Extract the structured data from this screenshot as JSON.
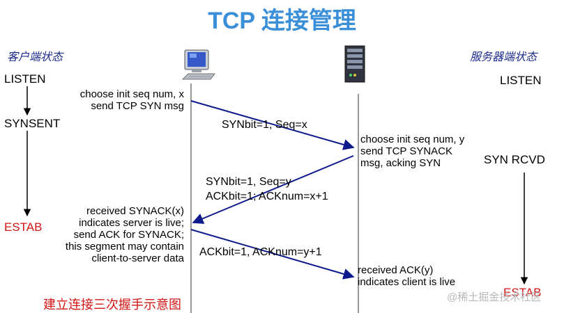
{
  "title": "TCP 连接管理",
  "client": {
    "role": "客户端状态",
    "states": [
      "LISTEN",
      "SYNSENT",
      "ESTAB"
    ],
    "note1": [
      "choose init seq num, x",
      "send TCP SYN msg"
    ],
    "note2": [
      "received SYNACK(x)",
      "indicates server is live;",
      "send ACK for SYNACK;",
      "this segment may contain",
      "client-to-server data"
    ]
  },
  "server": {
    "role": "服务器端状态",
    "states": [
      "LISTEN",
      "SYN RCVD",
      "ESTAB"
    ],
    "note1": [
      "choose init seq num, y",
      "send TCP SYNACK",
      "msg, acking SYN"
    ],
    "note2": [
      "received ACK(y)",
      "indicates client is live"
    ]
  },
  "messages": {
    "syn": "SYNbit=1, Seq=x",
    "synack": [
      "SYNbit=1, Seq=y",
      "ACKbit=1; ACKnum=x+1"
    ],
    "ack": "ACKbit=1, ACKnum=y+1"
  },
  "caption": "建立连接三次握手示意图",
  "watermark": "@稀土掘金技术社区",
  "colors": {
    "title": "#3a8fd8",
    "arrow": "#0d1a8c",
    "highlight": "#d11515"
  },
  "icons": {
    "client": "desktop-computer-icon",
    "server": "server-tower-icon"
  }
}
